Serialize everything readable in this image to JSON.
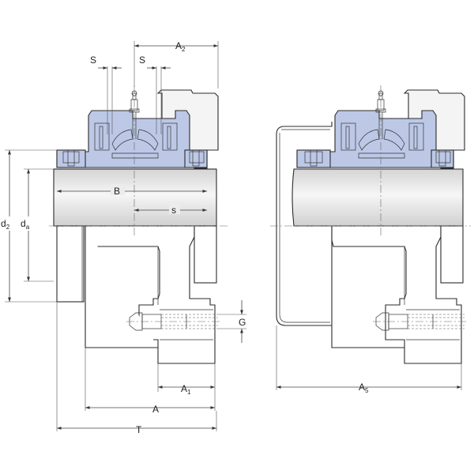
{
  "colors": {
    "bearing_blue": "#bcc8e6",
    "bearing_dark": "#8b9fd0",
    "housing_grey": "#f2f2f2",
    "shaft_gradient_mid": "#eeeeee",
    "line": "#2b2b2b"
  },
  "labels": {
    "S_left": "S",
    "S_right": "S",
    "A2_main": "A",
    "A2_sub": "2",
    "B": "B",
    "s": "s",
    "d2_main": "d",
    "d2_sub": "2",
    "da_main": "d",
    "da_sub": "a",
    "G": "G",
    "A1_main": "A",
    "A1_sub": "1",
    "A": "A",
    "T": "T",
    "A5_main": "A",
    "A5_sub": "5"
  },
  "icons": {
    "arrowhead": "arrowhead",
    "grease-nipple": "grease-nipple-icon",
    "bolt": "bolt-icon"
  }
}
